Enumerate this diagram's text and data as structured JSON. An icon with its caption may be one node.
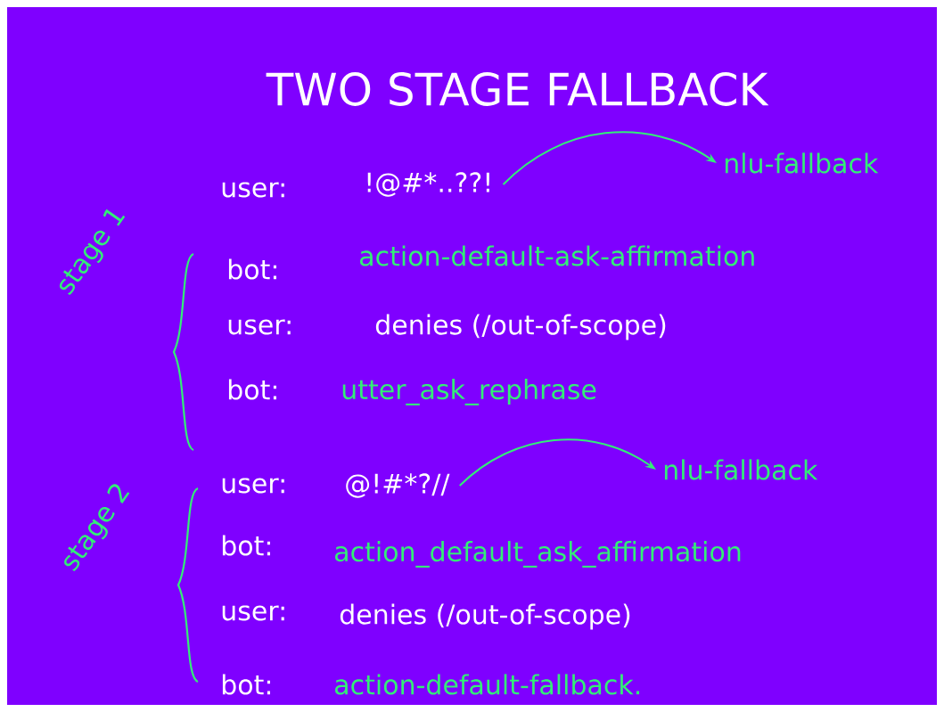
{
  "diagram": {
    "title": "TWO STAGE FALLBACK",
    "nodes": [
      {
        "text": [
          "!@#*..??!"
        ]
      },
      {
        "text": [
          "nlu-fallback"
        ]
      },
      {
        "text": [
          "@!#*?//"
        ]
      },
      {
        "text": [
          "nlu-fallback"
        ]
      }
    ],
    "edges": [
      {
        "from": 0,
        "to": 1,
        "arrow": "to"
      },
      {
        "from": 2,
        "to": 3,
        "arrow": "to"
      }
    ],
    "labels": [
      "user:",
      "stage 1",
      "bot:",
      "action-default-ask-affirmation",
      "user:",
      "denies (/out-of-scope)",
      "bot:",
      "utter_ask_rephrase",
      "user:",
      "stage 2",
      "bot:",
      "action_default_ask_affirmation",
      "user:",
      "denies (/out-of-scope)",
      "bot:",
      "action-default-fallback."
    ]
  }
}
